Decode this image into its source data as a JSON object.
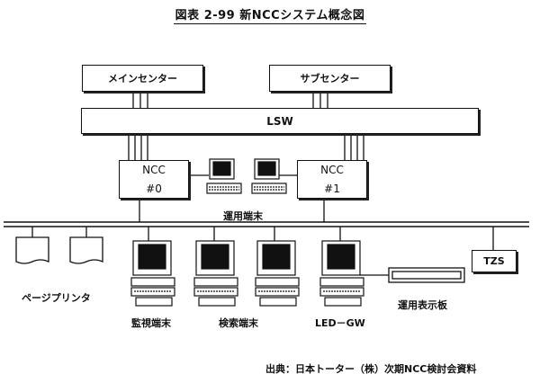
{
  "figure": {
    "title": "図表 2-99  新NCCシステム概念図"
  },
  "nodes": {
    "main_center": "メインセンター",
    "sub_center": "サブセンター",
    "lsw": "LSW",
    "ncc0": {
      "line1": "NCC",
      "line2": "#0"
    },
    "ncc1": {
      "line1": "NCC",
      "line2": "#1"
    },
    "tzs": "TZS"
  },
  "labels": {
    "operation_terminal": "運用端末",
    "page_printer": "ページプリンタ",
    "monitor_terminal": "監視端末",
    "search_terminal": "検索端末",
    "led_gw": "LED－GW",
    "operation_display_board": "運用表示板"
  },
  "source": "出典：日本トーター（株）次期NCC検討会資料"
}
